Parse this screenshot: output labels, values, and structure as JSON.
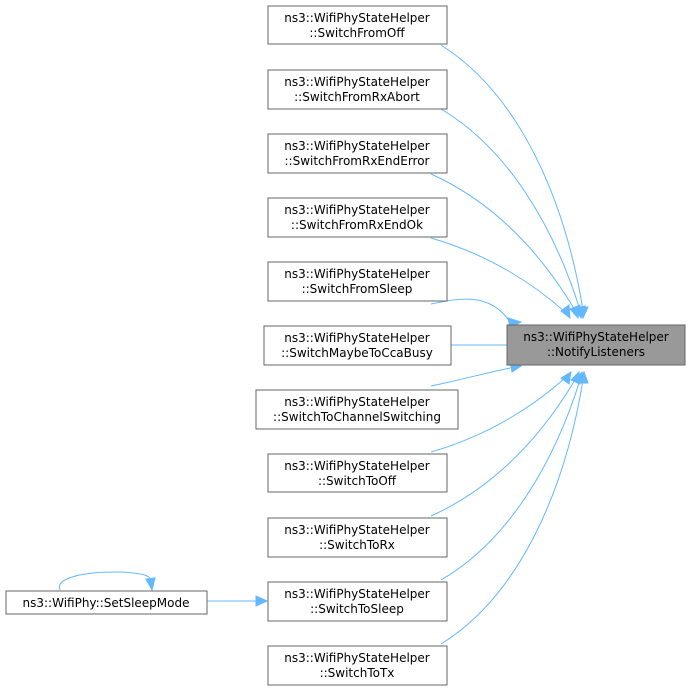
{
  "graph": {
    "target": {
      "line1": "ns3::WifiPhyStateHelper",
      "line2": "::NotifyListeners"
    },
    "callers": [
      {
        "line1": "ns3::WifiPhyStateHelper",
        "line2": "::SwitchFromOff"
      },
      {
        "line1": "ns3::WifiPhyStateHelper",
        "line2": "::SwitchFromRxAbort"
      },
      {
        "line1": "ns3::WifiPhyStateHelper",
        "line2": "::SwitchFromRxEndError"
      },
      {
        "line1": "ns3::WifiPhyStateHelper",
        "line2": "::SwitchFromRxEndOk"
      },
      {
        "line1": "ns3::WifiPhyStateHelper",
        "line2": "::SwitchFromSleep"
      },
      {
        "line1": "ns3::WifiPhyStateHelper",
        "line2": "::SwitchMaybeToCcaBusy"
      },
      {
        "line1": "ns3::WifiPhyStateHelper",
        "line2": "::SwitchToChannelSwitching"
      },
      {
        "line1": "ns3::WifiPhyStateHelper",
        "line2": "::SwitchToOff"
      },
      {
        "line1": "ns3::WifiPhyStateHelper",
        "line2": "::SwitchToRx"
      },
      {
        "line1": "ns3::WifiPhyStateHelper",
        "line2": "::SwitchToSleep"
      },
      {
        "line1": "ns3::WifiPhyStateHelper",
        "line2": "::SwitchToTx"
      }
    ],
    "outer_caller": {
      "label": "ns3::WifiPhy::SetSleepMode"
    },
    "colors": {
      "edge": "#63b8ff",
      "target_fill": "#999999",
      "node_border": "#666666",
      "node_fill": "#ffffff"
    }
  }
}
